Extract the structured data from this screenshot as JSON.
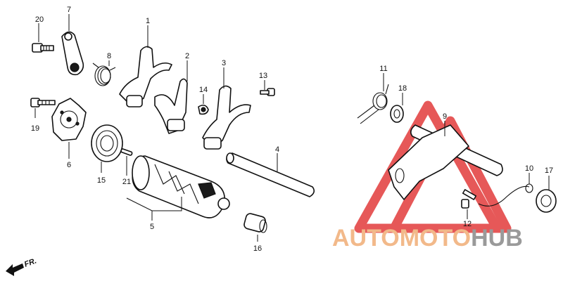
{
  "callouts": {
    "c1": "1",
    "c2": "2",
    "c3": "3",
    "c4": "4",
    "c5": "5",
    "c6": "6",
    "c7": "7",
    "c8": "8",
    "c9": "9",
    "c10": "10",
    "c11": "11",
    "c12": "12",
    "c13": "13",
    "c14": "14",
    "c15": "15",
    "c16": "16",
    "c17": "17",
    "c18": "18",
    "c19": "19",
    "c20": "20",
    "c21": "21"
  },
  "direction_label": "FR.",
  "watermark": {
    "part1": "AUTO",
    "part2": "MOTO",
    "part3": "HUB"
  },
  "colors": {
    "watermark_red": "#e23b3b",
    "watermark_orange": "#f2b98a",
    "watermark_gray": "#9a9a9a",
    "line": "#111111"
  }
}
